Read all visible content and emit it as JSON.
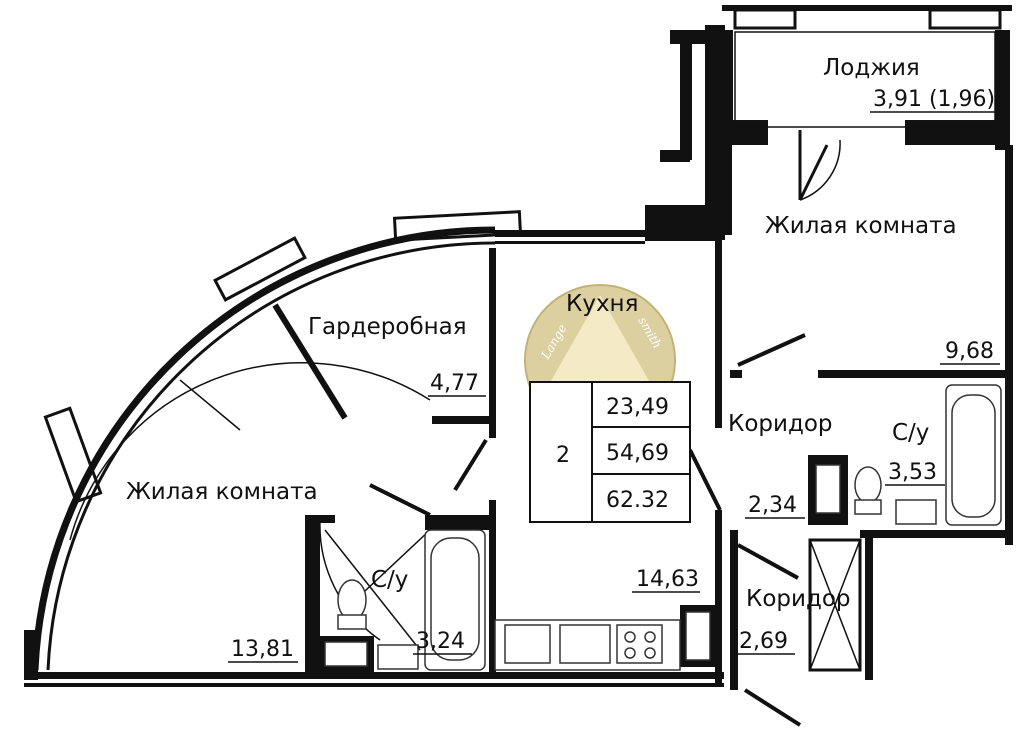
{
  "rooms": {
    "loggia": {
      "label": "Лоджия",
      "area": "3,91 (1,96)"
    },
    "living_room_top": {
      "label": "Жилая комната",
      "area": "9,68"
    },
    "wardrobe": {
      "label": "Гардеробная",
      "area": "4,77"
    },
    "kitchen": {
      "label": "Кухня",
      "area": "14,63"
    },
    "living_room_main": {
      "label": "Жилая комната",
      "area": "13,81"
    },
    "corridor_upper": {
      "label": "Коридор",
      "area": "2,34"
    },
    "corridor_lower": {
      "label": "Коридор",
      "area": "2,69"
    },
    "bathroom_right": {
      "label": "С/у",
      "area": "3,53"
    },
    "bathroom_left": {
      "label": "С/у",
      "area": "3,24"
    }
  },
  "summary": {
    "rooms_count": "2",
    "living_area": "23,49",
    "total_area": "54,69",
    "total_with_loggia": "62.32"
  },
  "watermark": {
    "line1": "Lange",
    "line2": "smith"
  },
  "colors": {
    "ink": "#111111",
    "watermark": "#c9b26a"
  }
}
